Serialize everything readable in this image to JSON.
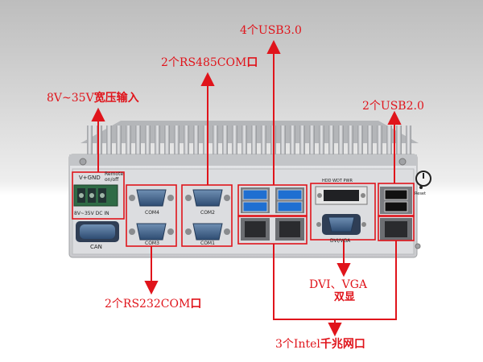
{
  "callouts": {
    "usb3": {
      "count": "4个",
      "text": "USB3.0"
    },
    "rs485": {
      "count": "2个",
      "text": "RS485COM",
      "suffix": "口"
    },
    "power": {
      "text": "8V~35V",
      "suffix": "宽压输入"
    },
    "usb2": {
      "count": "2个",
      "text": "USB2.0"
    },
    "rs232": {
      "count": "2个",
      "text": "RS232COM",
      "suffix": "口"
    },
    "dvi": {
      "line1": "DVI、VGA",
      "line2": "双显"
    },
    "lan": {
      "count": "3个",
      "text": "Intel",
      "suffix": "千兆网口"
    }
  },
  "panel_labels": {
    "v_gnd": "V+GND",
    "remote": "Remote\non/off",
    "dc_in": "8V~35V DC IN",
    "can": "CAN",
    "com4": "COM4",
    "com3": "COM3",
    "com2": "COM2",
    "com1": "COM1",
    "leds": "HDD WDT PWR",
    "dvi_vga": "DVI/VGA",
    "reset": "Reset"
  },
  "colors": {
    "accent": "#e0141b",
    "chassis": "#d2d3d6",
    "panel": "#dfe0e3",
    "db9": "#3e5f86",
    "usb3": "#1f6fd1"
  }
}
